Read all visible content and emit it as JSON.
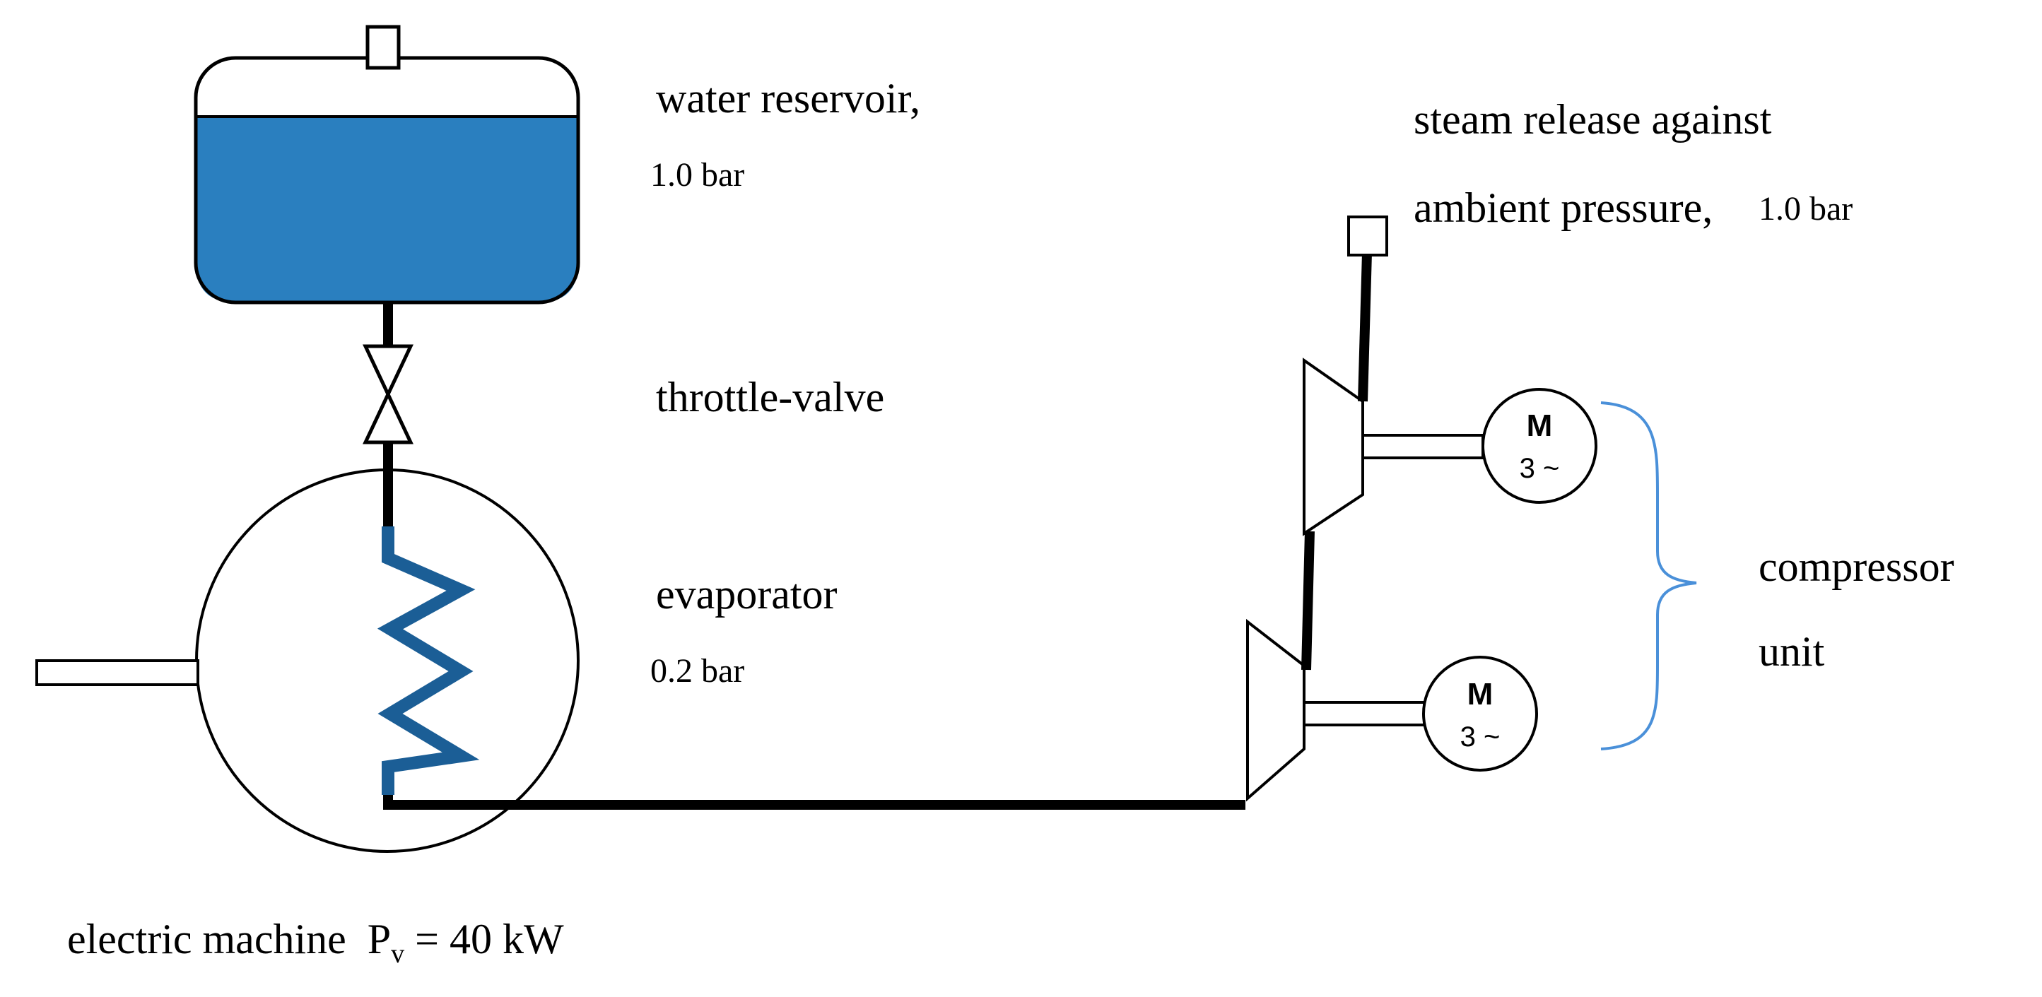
{
  "labels": {
    "water_reservoir": "water reservoir,",
    "reservoir_pressure": "1.0 bar",
    "steam_release": "steam release against",
    "ambient_pressure": "ambient pressure,",
    "ambient_pressure_value": "1.0 bar",
    "throttle_valve": "throttle-valve",
    "evaporator": "evaporator",
    "evaporator_pressure": "0.2 bar",
    "compressor_line1": "compressor",
    "compressor_line2": "unit",
    "electric_machine": "electric machine",
    "power_symbol": "P",
    "power_subscript": "v",
    "power_value": " = 40 kW"
  },
  "motors": [
    {
      "letter": "M",
      "phase": "3 ~"
    },
    {
      "letter": "M",
      "phase": "3 ~"
    }
  ],
  "colors": {
    "water": "#2a7fbf",
    "coil": "#1b5e96",
    "brace": "#4a90d9",
    "line": "#000000"
  }
}
